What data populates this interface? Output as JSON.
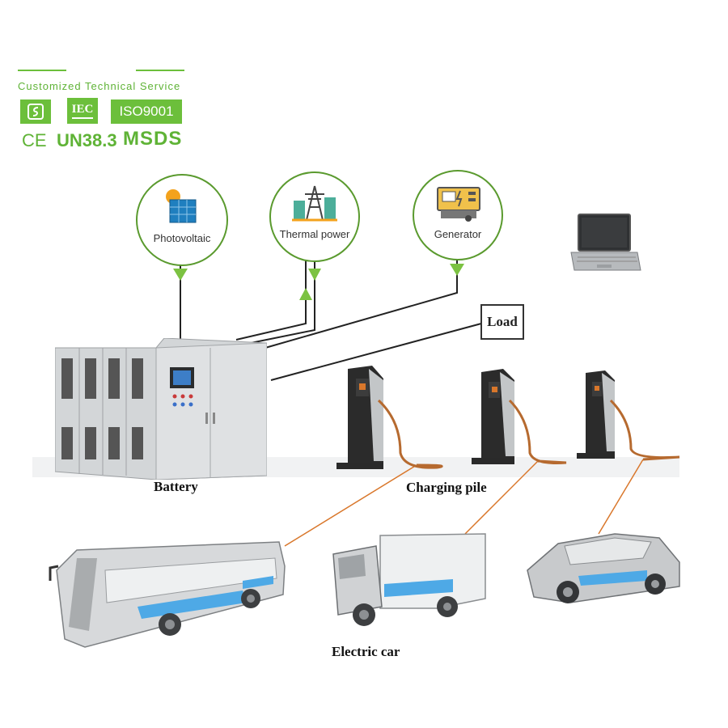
{
  "certs": {
    "title": "Customized Technical Service",
    "iec": "IEC",
    "iso": "ISO9001",
    "ce": "CE",
    "un": "UN38.3",
    "msds": "MSDS"
  },
  "sources": [
    {
      "label": "Photovoltaic",
      "icon": "solar-panel-icon"
    },
    {
      "label": "Thermal power",
      "icon": "power-tower-icon"
    },
    {
      "label": "Generator",
      "icon": "generator-icon"
    }
  ],
  "labels": {
    "load": "Load",
    "battery": "Battery",
    "charging_pile": "Charging pile",
    "electric_car": "Electric car"
  },
  "colors": {
    "green": "#6cbf3b",
    "arrow_green": "#7cc242",
    "cable_orange": "#d9772b",
    "cabinet_gray": "#c9ccce"
  }
}
